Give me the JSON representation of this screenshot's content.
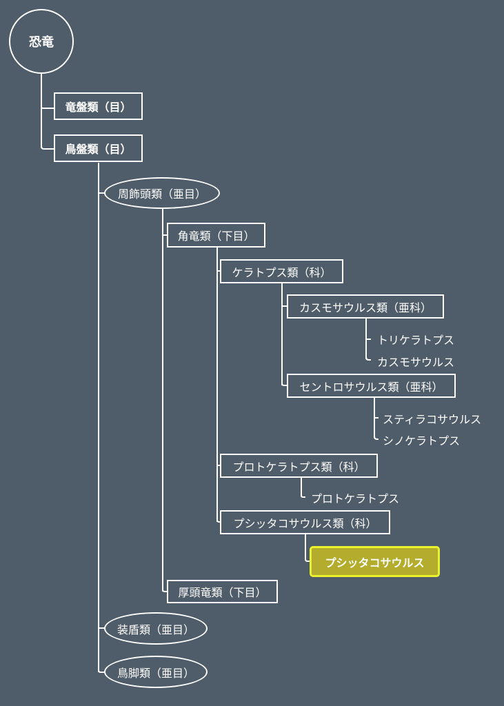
{
  "root": "恐竜",
  "saurischia": "竜盤類（目）",
  "ornithischia": "鳥盤類（目）",
  "marginocephalia": "周飾頭類（亜目）",
  "ceratopsia": "角竜類（下目）",
  "ceratopsidae": "ケラトプス類（科）",
  "chasmosaurinae": "カスモサウルス類（亜科）",
  "triceratops": "トリケラトプス",
  "chasmosaurus": "カスモサウルス",
  "centrosaurinae": "セントロサウルス類（亜科）",
  "styracosaurus": "スティラコサウルス",
  "sinoceratops": "シノケラトプス",
  "protoceratopsidae": "プロトケラトプス類（科）",
  "protoceratops": "プロトケラトプス",
  "psittacosauridae": "プシッタコサウルス類（科）",
  "psittacosaurus": "プシッタコサウルス",
  "pachycephalosauria": "厚頭竜類（下目）",
  "thyreophora": "装盾類（亜目）",
  "ornithopoda": "鳥脚類（亜目）",
  "colors": {
    "background": "#4f5c69",
    "line": "#ffffff",
    "highlight_fill": "#b3ac2c",
    "highlight_border": "#e9f22c"
  }
}
